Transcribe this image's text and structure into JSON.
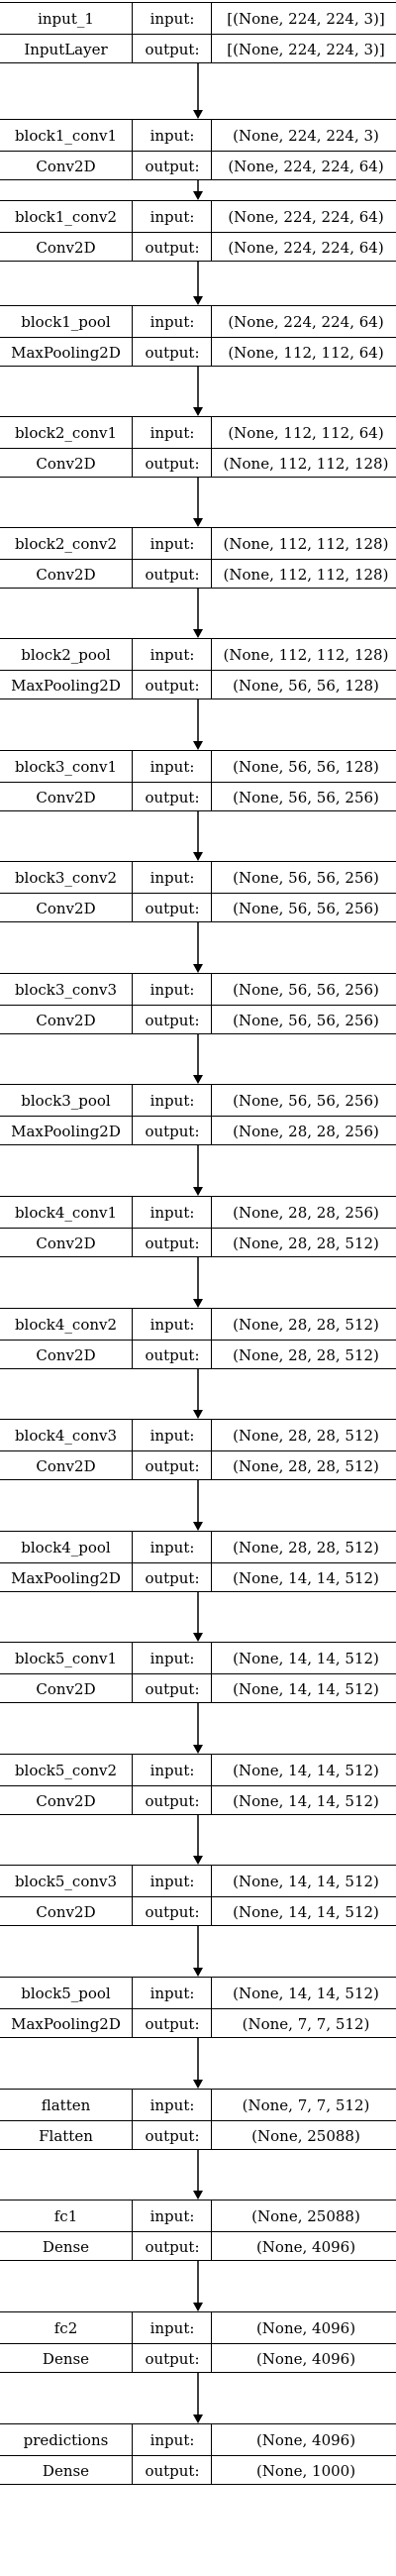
{
  "labels": {
    "input": "input:",
    "output": "output:"
  },
  "layers": [
    {
      "name": "input_1",
      "type": "InputLayer",
      "input": "[(None, 224, 224, 3)]",
      "output": "[(None, 224, 224, 3)]"
    },
    {
      "name": "block1_conv1",
      "type": "Conv2D",
      "input": "(None, 224, 224, 3)",
      "output": "(None, 224, 224, 64)"
    },
    {
      "name": "block1_conv2",
      "type": "Conv2D",
      "input": "(None, 224, 224, 64)",
      "output": "(None, 224, 224, 64)"
    },
    {
      "name": "block1_pool",
      "type": "MaxPooling2D",
      "input": "(None, 224, 224, 64)",
      "output": "(None, 112, 112, 64)"
    },
    {
      "name": "block2_conv1",
      "type": "Conv2D",
      "input": "(None, 112, 112, 64)",
      "output": "(None, 112, 112, 128)"
    },
    {
      "name": "block2_conv2",
      "type": "Conv2D",
      "input": "(None, 112, 112, 128)",
      "output": "(None, 112, 112, 128)"
    },
    {
      "name": "block2_pool",
      "type": "MaxPooling2D",
      "input": "(None, 112, 112, 128)",
      "output": "(None, 56, 56, 128)"
    },
    {
      "name": "block3_conv1",
      "type": "Conv2D",
      "input": "(None, 56, 56, 128)",
      "output": "(None, 56, 56, 256)"
    },
    {
      "name": "block3_conv2",
      "type": "Conv2D",
      "input": "(None, 56, 56, 256)",
      "output": "(None, 56, 56, 256)"
    },
    {
      "name": "block3_conv3",
      "type": "Conv2D",
      "input": "(None, 56, 56, 256)",
      "output": "(None, 56, 56, 256)"
    },
    {
      "name": "block3_pool",
      "type": "MaxPooling2D",
      "input": "(None, 56, 56, 256)",
      "output": "(None, 28, 28, 256)"
    },
    {
      "name": "block4_conv1",
      "type": "Conv2D",
      "input": "(None, 28, 28, 256)",
      "output": "(None, 28, 28, 512)"
    },
    {
      "name": "block4_conv2",
      "type": "Conv2D",
      "input": "(None, 28, 28, 512)",
      "output": "(None, 28, 28, 512)"
    },
    {
      "name": "block4_conv3",
      "type": "Conv2D",
      "input": "(None, 28, 28, 512)",
      "output": "(None, 28, 28, 512)"
    },
    {
      "name": "block4_pool",
      "type": "MaxPooling2D",
      "input": "(None, 28, 28, 512)",
      "output": "(None, 14, 14, 512)"
    },
    {
      "name": "block5_conv1",
      "type": "Conv2D",
      "input": "(None, 14, 14, 512)",
      "output": "(None, 14, 14, 512)"
    },
    {
      "name": "block5_conv2",
      "type": "Conv2D",
      "input": "(None, 14, 14, 512)",
      "output": "(None, 14, 14, 512)"
    },
    {
      "name": "block5_conv3",
      "type": "Conv2D",
      "input": "(None, 14, 14, 512)",
      "output": "(None, 14, 14, 512)"
    },
    {
      "name": "block5_pool",
      "type": "MaxPooling2D",
      "input": "(None, 14, 14, 512)",
      "output": "(None, 7, 7, 512)"
    },
    {
      "name": "flatten",
      "type": "Flatten",
      "input": "(None, 7, 7, 512)",
      "output": "(None, 25088)"
    },
    {
      "name": "fc1",
      "type": "Dense",
      "input": "(None, 25088)",
      "output": "(None, 4096)"
    },
    {
      "name": "fc2",
      "type": "Dense",
      "input": "(None, 4096)",
      "output": "(None, 4096)"
    },
    {
      "name": "predictions",
      "type": "Dense",
      "input": "(None, 4096)",
      "output": "(None, 1000)"
    }
  ]
}
